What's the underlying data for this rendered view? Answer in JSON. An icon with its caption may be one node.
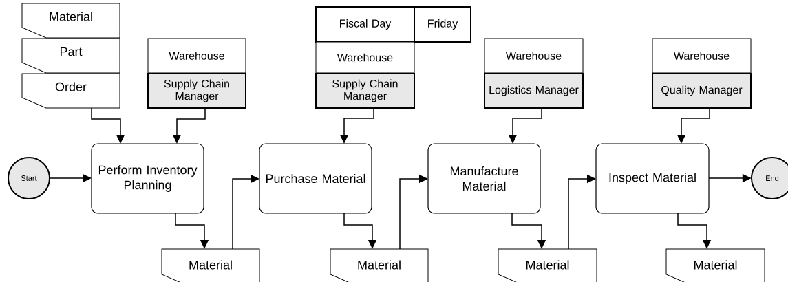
{
  "diagram": {
    "nodes": [
      {
        "text": [
          "Material"
        ]
      },
      {
        "text": [
          "Part"
        ]
      },
      {
        "text": [
          "Order"
        ]
      },
      {
        "text": [
          "Warehouse"
        ]
      },
      {
        "text": [
          "Supply Chain Manager"
        ]
      },
      {
        "text": [
          "Fiscal Day"
        ]
      },
      {
        "text": [
          "Friday"
        ]
      },
      {
        "text": [
          "Warehouse"
        ]
      },
      {
        "text": [
          "Supply Chain Manager"
        ]
      },
      {
        "text": [
          "Warehouse"
        ]
      },
      {
        "text": [
          "Logistics Manager"
        ]
      },
      {
        "text": [
          "Warehouse"
        ]
      },
      {
        "text": [
          "Quality Manager"
        ]
      },
      {
        "text": [
          "Start"
        ]
      },
      {
        "text": [
          "Perform Inventory Planning"
        ]
      },
      {
        "text": [
          "Purchase Material"
        ]
      },
      {
        "text": [
          "Manufacture Material"
        ]
      },
      {
        "text": [
          "Inspect Material"
        ]
      },
      {
        "text": [
          "End"
        ]
      },
      {
        "text": [
          "Material"
        ]
      },
      {
        "text": [
          "Material"
        ]
      },
      {
        "text": [
          "Material"
        ]
      },
      {
        "text": [
          "Material"
        ]
      }
    ],
    "edges": [
      {
        "from": 13,
        "to": 14,
        "arrow": "to"
      },
      {
        "from": 2,
        "to": 14,
        "arrow": "to"
      },
      {
        "from": 4,
        "to": 14,
        "arrow": "to"
      },
      {
        "from": 14,
        "to": 19,
        "arrow": "to"
      },
      {
        "from": 19,
        "to": 15,
        "arrow": "to"
      },
      {
        "from": 8,
        "to": 15,
        "arrow": "to"
      },
      {
        "from": 15,
        "to": 20,
        "arrow": "to"
      },
      {
        "from": 20,
        "to": 16,
        "arrow": "to"
      },
      {
        "from": 10,
        "to": 16,
        "arrow": "to"
      },
      {
        "from": 16,
        "to": 21,
        "arrow": "to"
      },
      {
        "from": 21,
        "to": 17,
        "arrow": "to"
      },
      {
        "from": 12,
        "to": 17,
        "arrow": "to"
      },
      {
        "from": 17,
        "to": 22,
        "arrow": "to"
      },
      {
        "from": 17,
        "to": 18,
        "arrow": "to"
      }
    ]
  }
}
